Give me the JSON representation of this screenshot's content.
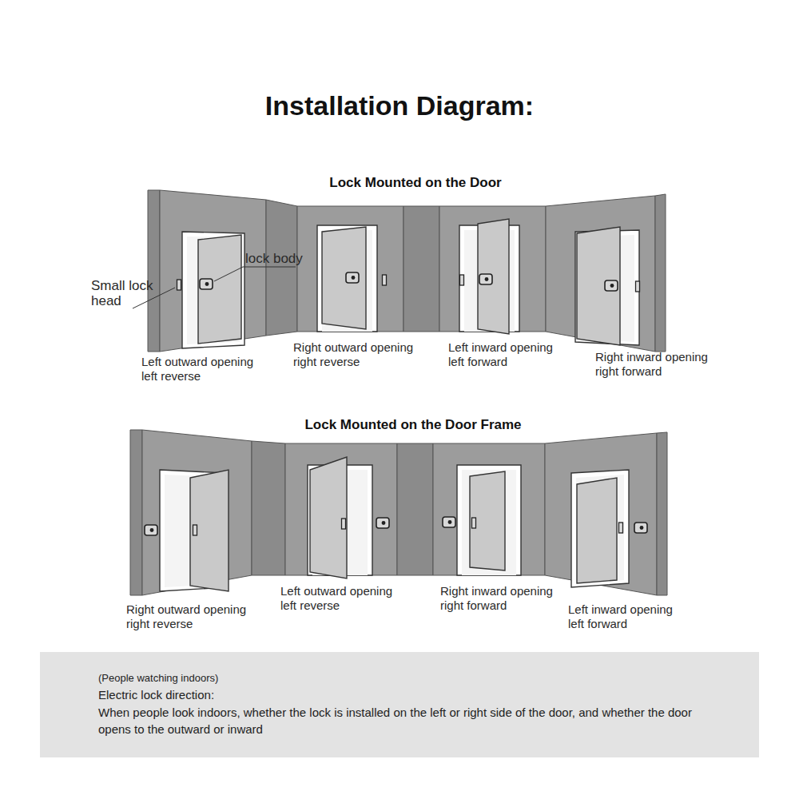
{
  "diagram": {
    "title": "Installation Diagram:",
    "nodes": [
      {
        "text": [
          "(People watching indoors)",
          "Electric lock direction:",
          "When people look indoors, whether the lock is installed on the left or right side of the door, and whether the door opens to the outward or inward"
        ]
      }
    ],
    "labels": [
      "Lock Mounted on the Door",
      "lock body",
      "Small lock head",
      "Left outward opening",
      "left reverse",
      "Right outward opening",
      "right reverse",
      "Left inward opening",
      "left forward",
      "Right inward opening",
      "right forward",
      "Lock Mounted on the Door Frame",
      "Right outward opening",
      "right reverse",
      "Left outward opening",
      "left reverse",
      "Right inward opening",
      "right forward",
      "Left inward opening",
      "left forward"
    ]
  }
}
